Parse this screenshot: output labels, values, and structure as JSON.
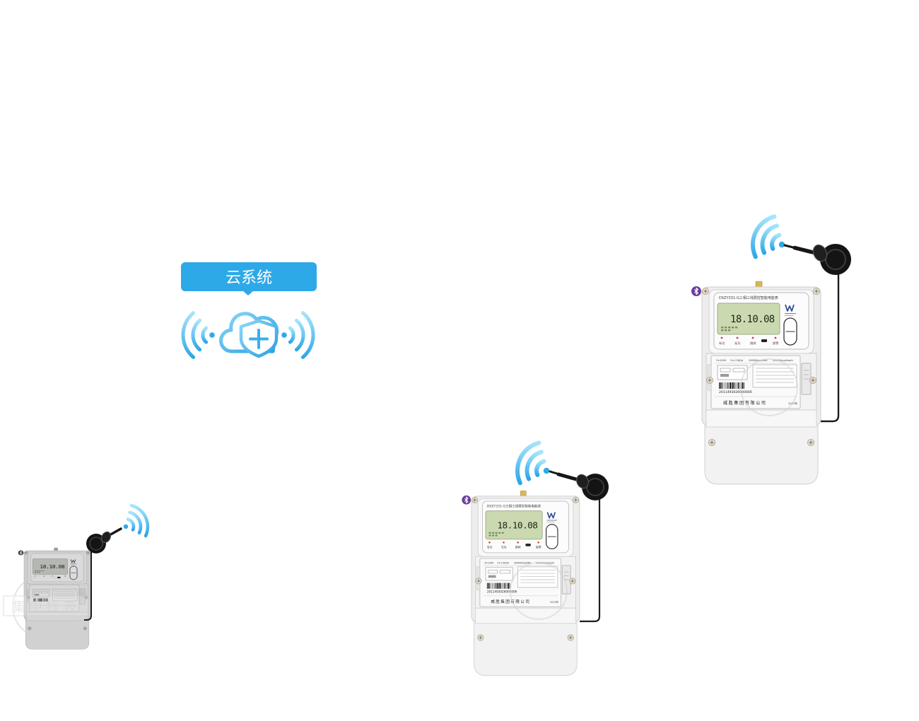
{
  "cloud": {
    "label": "云系统",
    "icon": "cloud-shield-icon"
  },
  "meters": [
    {
      "model": "DSZY331-G三相三线费控智能电能表",
      "display": "18.10.08",
      "indicators": [
        "有功",
        "无功",
        "跳闸",
        "报警"
      ],
      "ratings": [
        "3×100V",
        "3×1.5(6)A",
        "20000imp/kWh",
        "20000imp/kvarh"
      ],
      "serial": "2011493026000006",
      "manufacturer": "威胜集团有限公司",
      "year": "2020年"
    },
    {
      "model": "DSZY331-G三相三线费控智能电能表",
      "display": "18.10.08",
      "indicators": [
        "有功",
        "无功",
        "跳闸",
        "报警"
      ],
      "ratings": [
        "3×100V",
        "3×1.5(6)A",
        "20000imp/kWh",
        "20000imp/kvarh"
      ],
      "serial": "2011493026000006",
      "manufacturer": "威胜集团有限公司",
      "year": "2020年"
    },
    {
      "display": "18.10.08"
    }
  ],
  "watermark": "集中抄表",
  "icons": {
    "signal": "wifi-signal-icon",
    "bluetooth": "bluetooth-icon",
    "antenna": "antenna-icon",
    "cloud": "cloud-shield-icon"
  },
  "colors": {
    "accent": "#2ea9e8",
    "wave_light": "#a6e5fb",
    "wave_dark": "#2ea6e8",
    "lcd": "#cbd9b0",
    "meter_body": "#ededed",
    "antenna": "#161616",
    "bluetooth": "#6b3d9c",
    "terminal": "#d8b45c"
  }
}
